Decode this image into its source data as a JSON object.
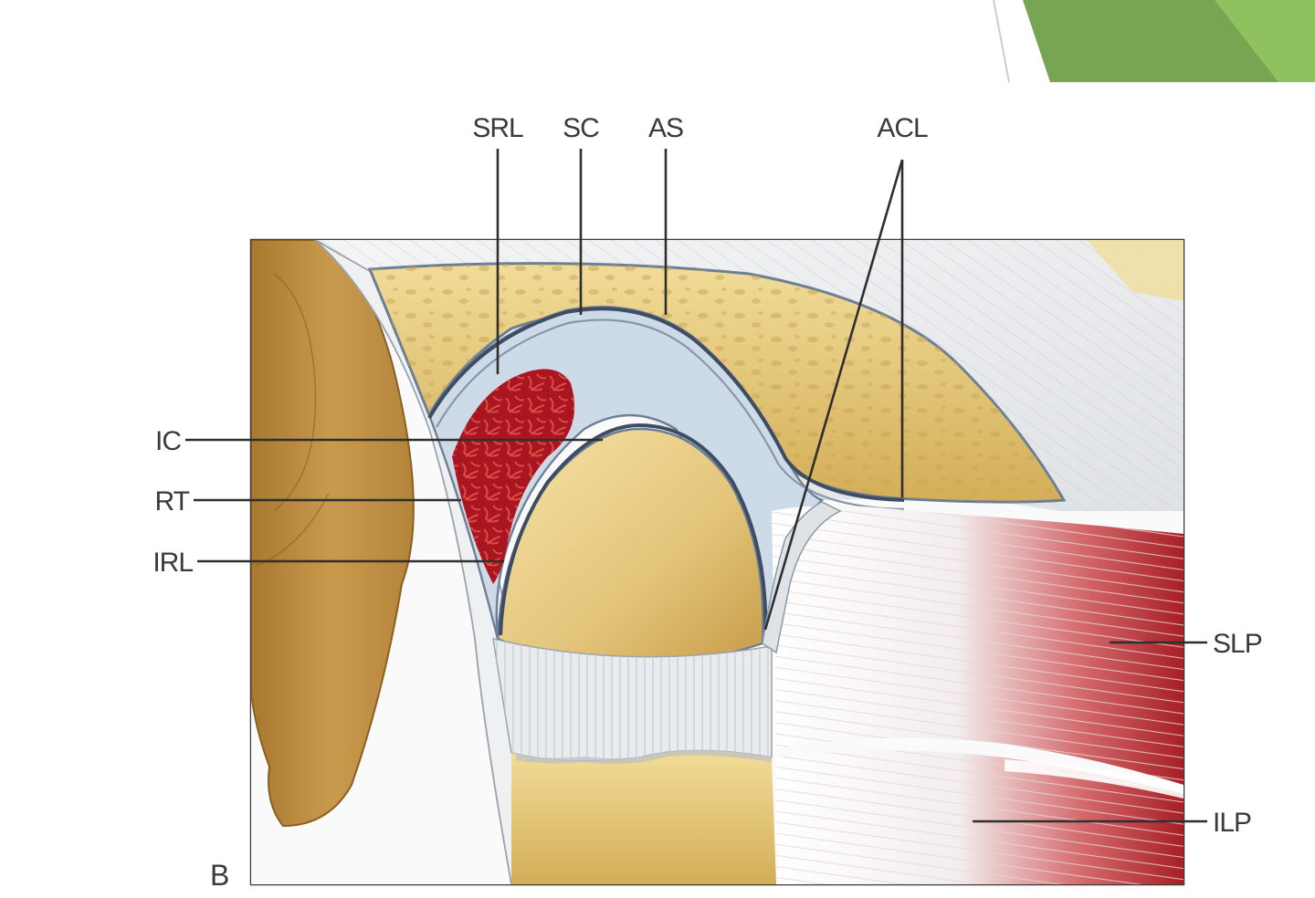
{
  "labels": {
    "srl": "SRL",
    "sc": "SC",
    "as": "AS",
    "acl": "ACL",
    "ic": "IC",
    "rt": "RT",
    "irl": "IRL",
    "slp": "SLP",
    "ilp": "ILP"
  },
  "panel_letter": "B",
  "colors": {
    "bone": "#e2c77a",
    "bone_dark": "#b8893c",
    "cartilage_edge": "#5a6e88",
    "joint_space": "#cfdce9",
    "tissue_red": "#b32025",
    "muscle_red": "#b3272c",
    "tendon_white": "#eef0f1",
    "accent_green": "#7aa84e"
  }
}
